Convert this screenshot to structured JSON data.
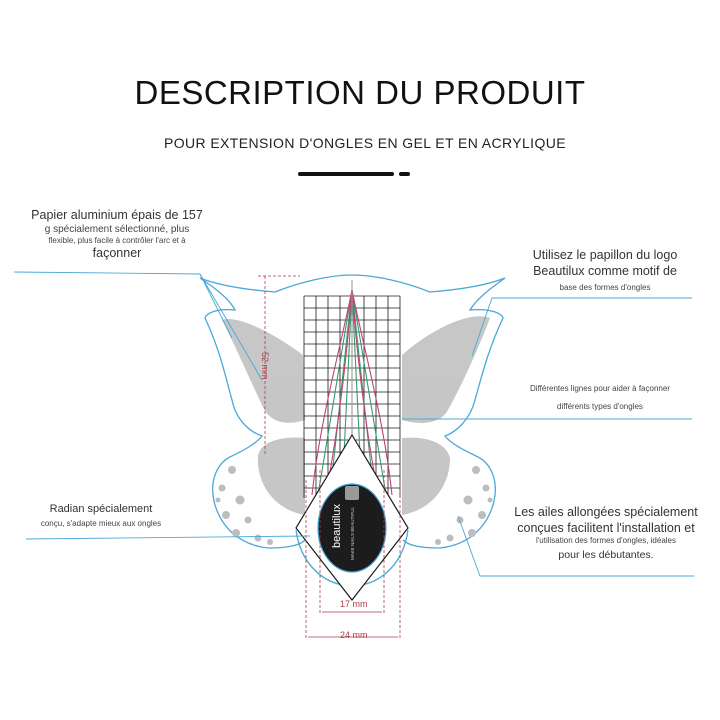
{
  "header": {
    "title": "DESCRIPTION DU PRODUIT",
    "subtitle": "POUR EXTENSION D'ONGLES EN GEL ET EN ACRYLIQUE"
  },
  "callouts": {
    "paper": {
      "line1": "Papier aluminium épais de 157",
      "line2": "g spécialement sélectionné, plus",
      "line3": "flexible, plus facile à contrôler l'arc et à",
      "line4": "façonner"
    },
    "logo": {
      "line1": "Utilisez le papillon du logo",
      "line2": "Beautilux comme motif de",
      "line3": "base des formes d'ongles"
    },
    "lines": {
      "line1": "Différentes lignes pour aider à façonner",
      "line2": "différents types d'ongles"
    },
    "radian": {
      "line1": "Radian spécialement",
      "line2": "conçu, s'adapte mieux aux ongles"
    },
    "wings": {
      "line1": "Les ailes allongées spécialement",
      "line2": "conçues facilitent l'installation et",
      "line3": "l'utilisation des formes d'ongles, idéales",
      "line4": "pour les débutantes."
    }
  },
  "dimensions": {
    "height": "52 mm",
    "inner_width": "17 mm",
    "outer_width": "24 mm"
  },
  "brand": {
    "name": "beautilux",
    "tagline": "MAKE NAILS BEAUTIFUL"
  },
  "colors": {
    "outline": "#4aa8d8",
    "wing_fill": "#bdbdbd",
    "dimension": "#b03a4a",
    "grid": "#1a1a1a",
    "guide_green": "#3a9a6a",
    "guide_pink": "#c2417a",
    "logo_bg": "#1c1c1c"
  }
}
